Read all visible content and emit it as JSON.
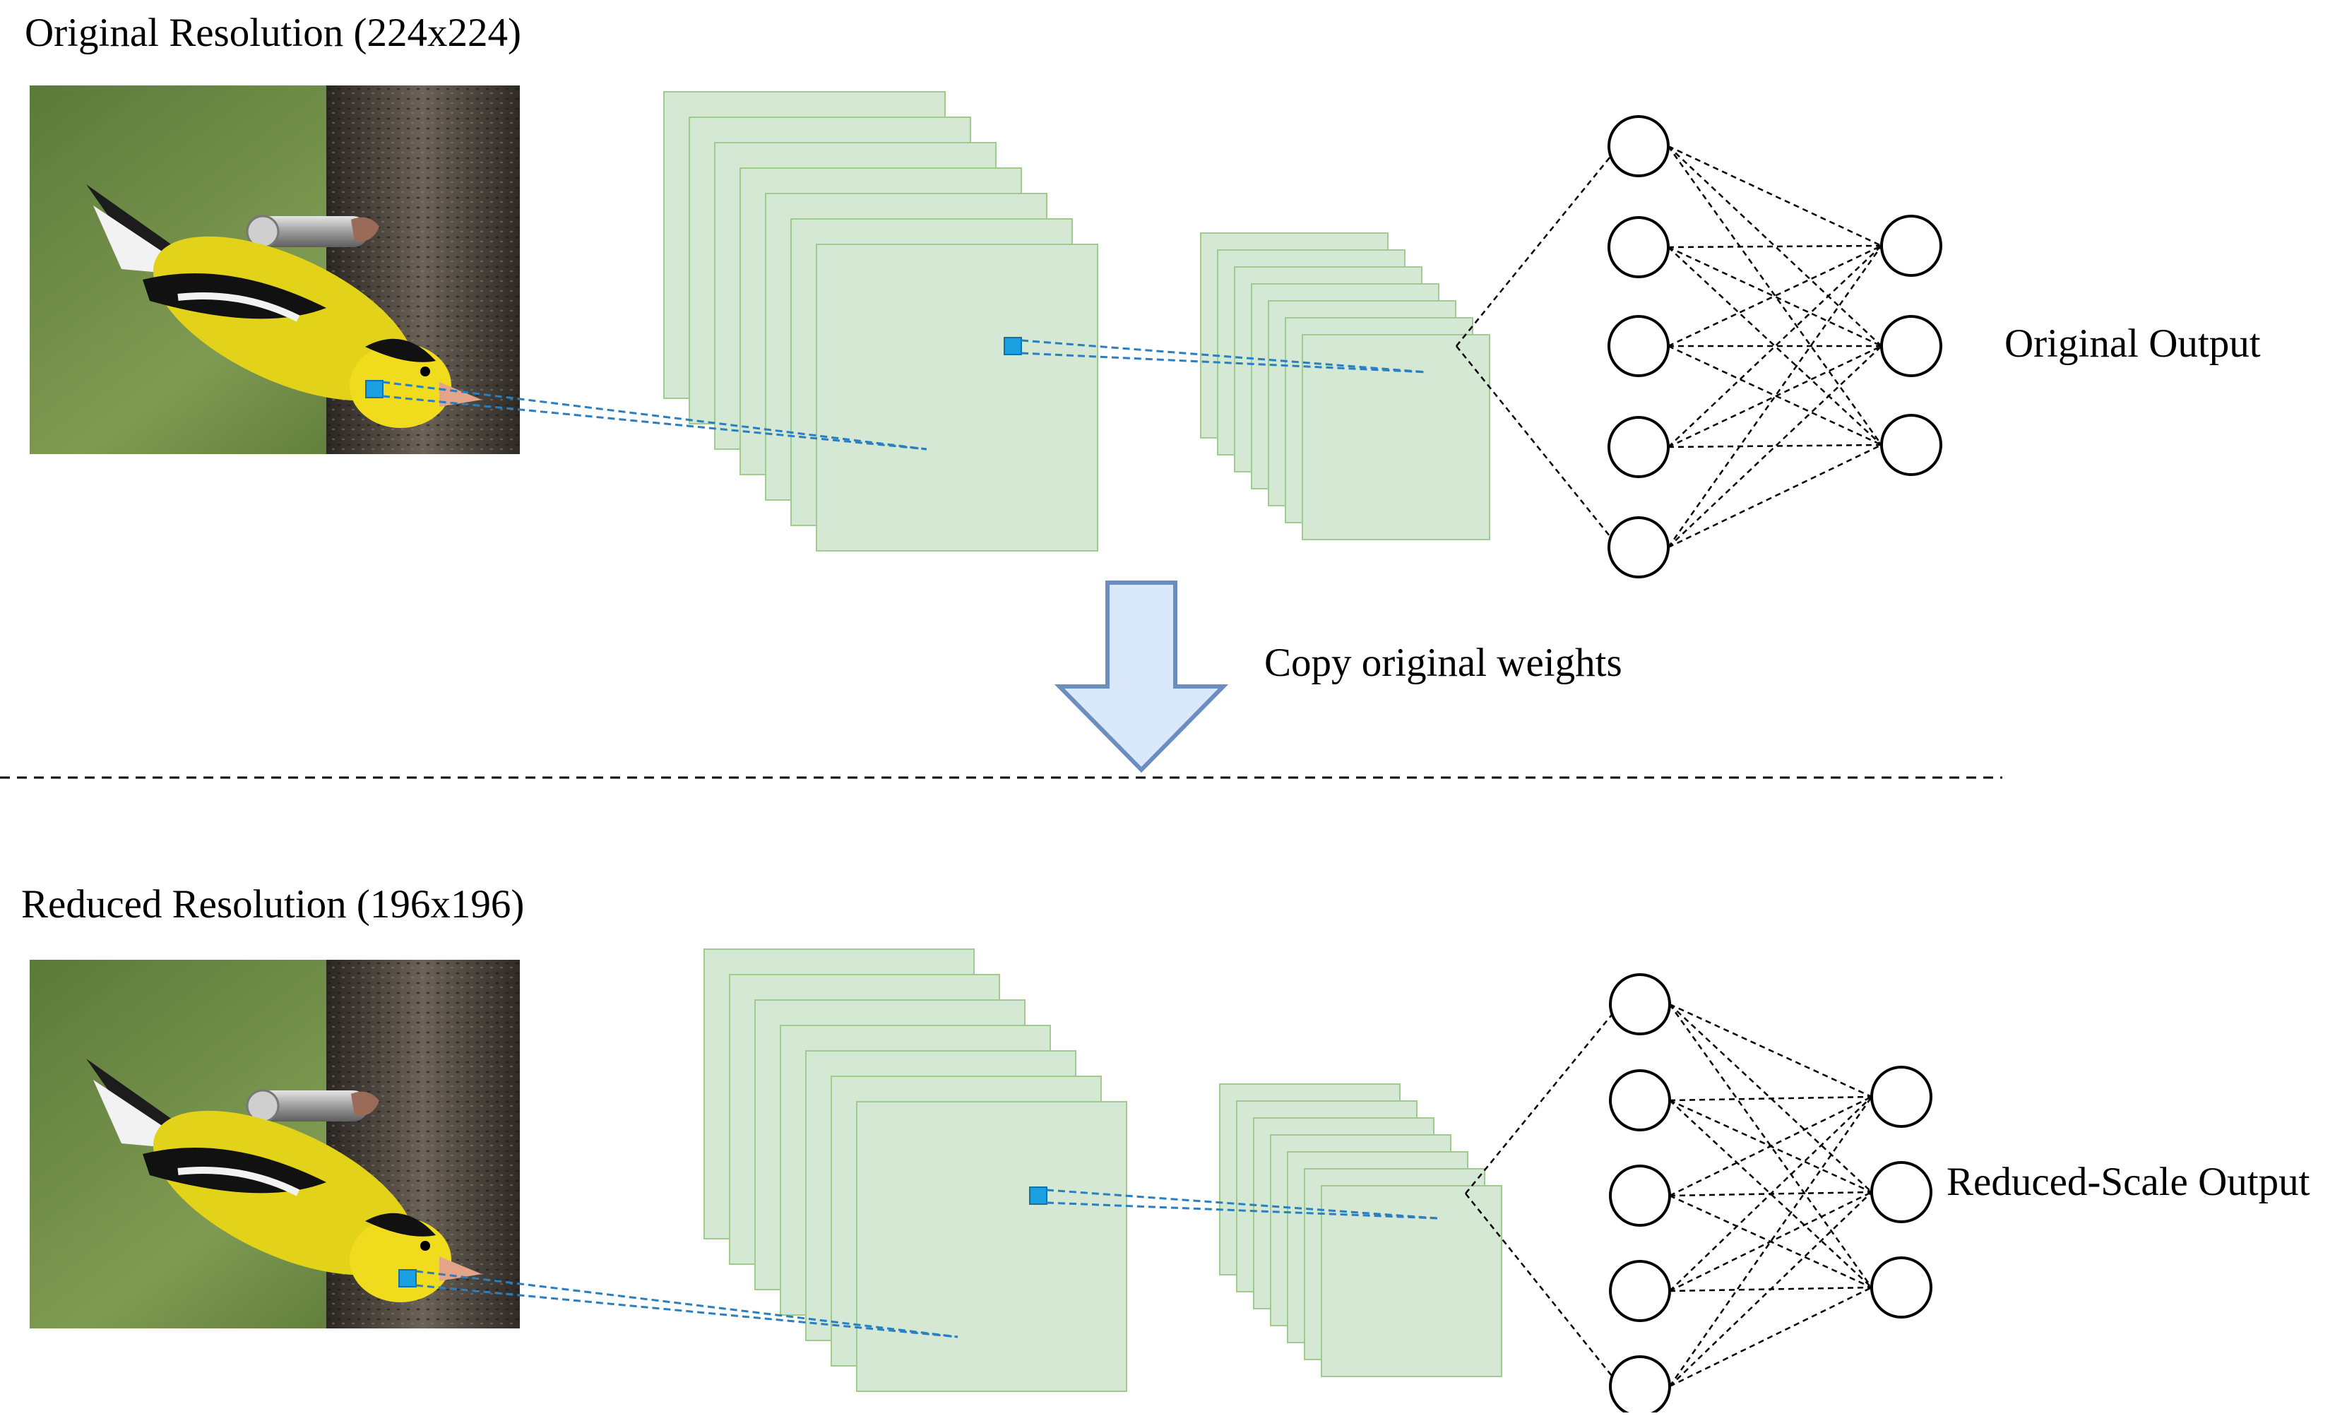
{
  "sections": {
    "original": {
      "title": "Original Resolution (224x224)",
      "output_label": "Original Output"
    },
    "reduced": {
      "title": "Reduced Resolution (196x196)",
      "output_label": "Reduced-Scale Output"
    }
  },
  "transfer": {
    "label": "Copy original weights"
  },
  "network": {
    "hidden_neurons": 5,
    "output_neurons": 3,
    "conv_block_1_maps": 7,
    "conv_block_2_maps": 7
  },
  "colors": {
    "feature_map_fill": "#d5e8d4",
    "feature_map_stroke": "#9fcb8f",
    "receptive_field": "#1ba1e2",
    "projection_line": "#2a7fc0",
    "arrow_fill": "#dae8fc",
    "arrow_stroke": "#6c8ebf",
    "connection": "#000000"
  },
  "images": {
    "input_photo": "goldfinch on bird feeder"
  }
}
